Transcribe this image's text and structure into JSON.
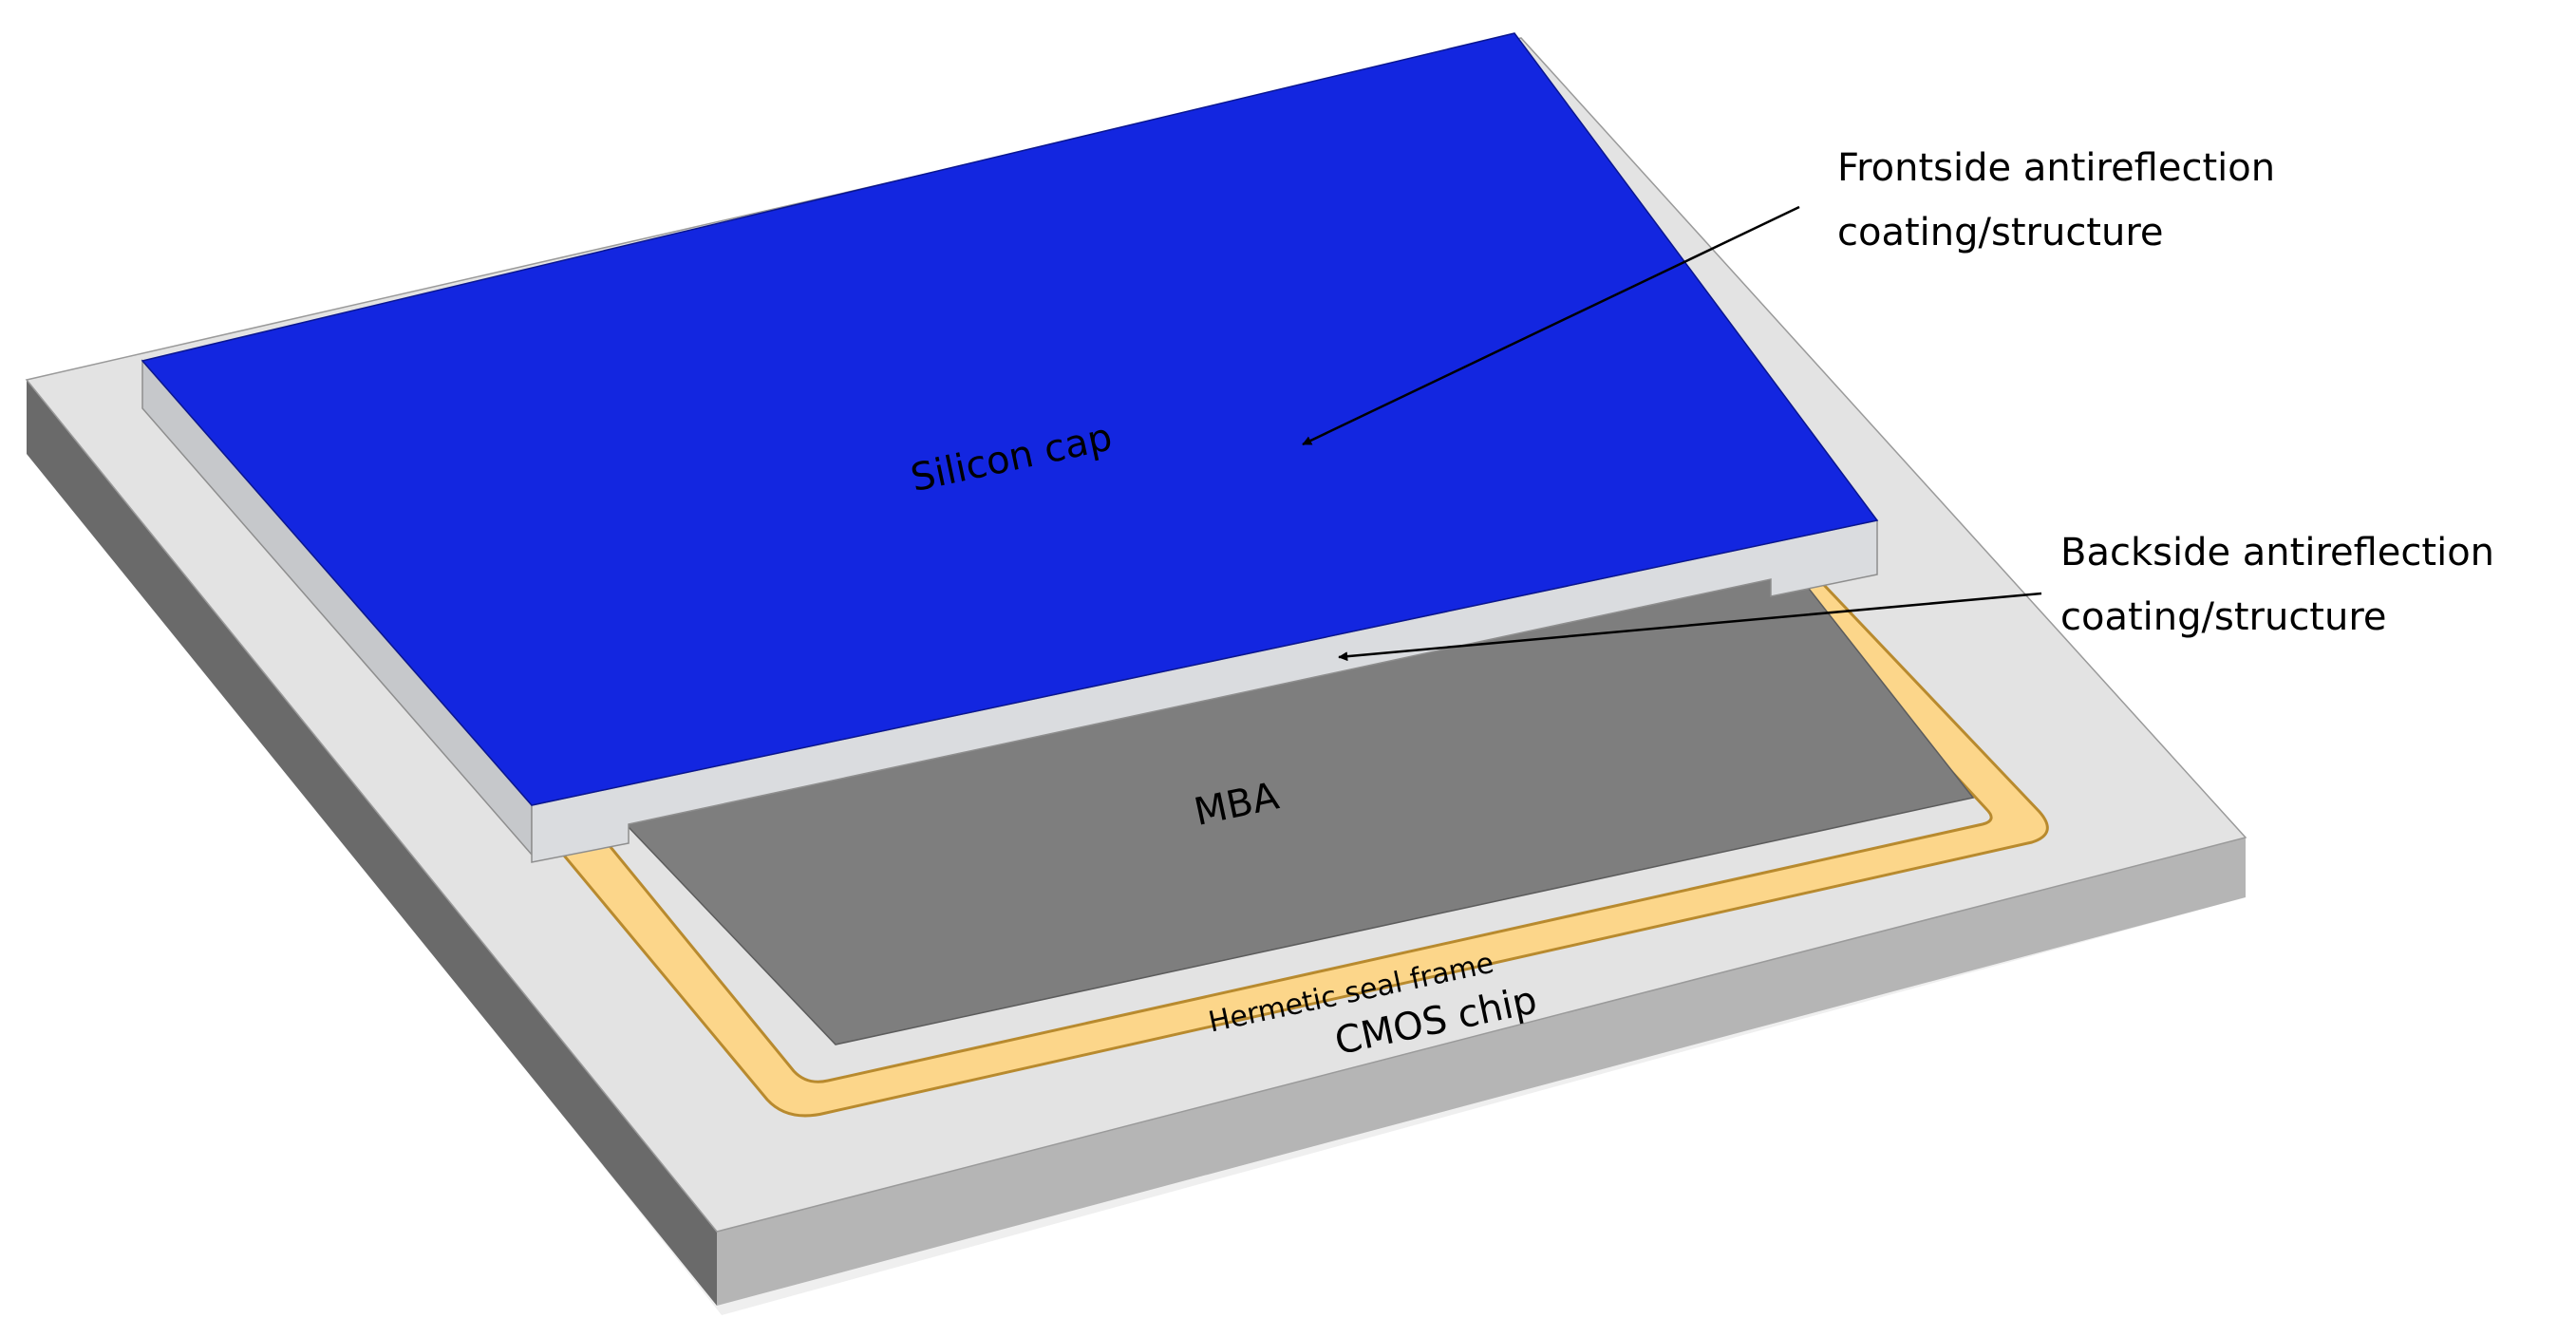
{
  "labels": {
    "silicon_cap": "Silicon cap",
    "mba": "MBA",
    "hermetic_seal_frame": "Hermetic seal frame",
    "cmos_chip": "CMOS chip",
    "frontside_line1": "Frontside antireflection",
    "frontside_line2": "coating/structure",
    "backside_line1": "Backside antireflection",
    "backside_line2": "coating/structure"
  },
  "colors": {
    "silicon_cap_top": "#1326E0",
    "cap_edge": "#D7D9DC",
    "chip_top": "#E2E2E2",
    "chip_front": "#B3B3B3",
    "chip_left": "#6A6A6A",
    "mba": "#7D7D7D",
    "seal_frame": "#FCD68A",
    "seal_frame_outline": "#B88A2E",
    "arrow": "#000000"
  }
}
